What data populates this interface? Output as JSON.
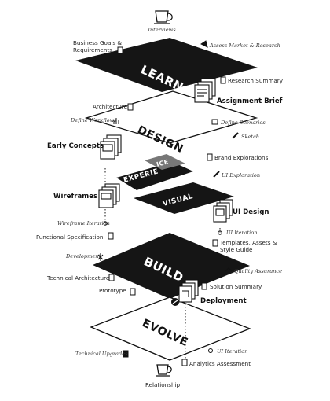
{
  "top_icon": "coffee-cup-icon",
  "interviews": "Interviews",
  "relationship": "Relationship",
  "planes": {
    "learn": "LEARN",
    "design": "DESIGN",
    "experience_a": "EXPERIE",
    "experience_b": "ICE",
    "visual": "VISUAL",
    "build": "BUILD",
    "evolve": "EVOLVE"
  },
  "labels": {
    "business_goals_1": "Business Goals &",
    "business_goals_2": "Requirements",
    "assess_market": "Assess Market & Research",
    "research_summary": "Research Summary",
    "assignment_brief": "Assignment Brief",
    "architecture": "Architecture",
    "define_workflows": "Define Workflows",
    "define_scenarios": "Define Scenarios",
    "sketch": "Sketch",
    "early_concepts": "Early Concepts",
    "brand_explorations": "Brand Explorations",
    "ui_exploration": "UI Exploration",
    "wireframes": "Wireframes",
    "ui_design": "UI Design",
    "wireframe_iteration": "Wireframe Iteration",
    "ui_iteration_1": "UI Iteration",
    "functional_spec": "Functional Specification",
    "templates_1": "Templates, Assets &",
    "templates_2": "Style Guide",
    "development": "Development",
    "technical_architecture": "Technical Architecture",
    "quality_assurance": "Quality Assurance",
    "prototype": "Prototype",
    "solution_summary": "Solution Summary",
    "deployment": "Deployment",
    "technical_upgrades": "Technical Upgrades",
    "ui_iteration_2": "UI Iteration",
    "analytics_assessment": "Analytics Assessment"
  }
}
